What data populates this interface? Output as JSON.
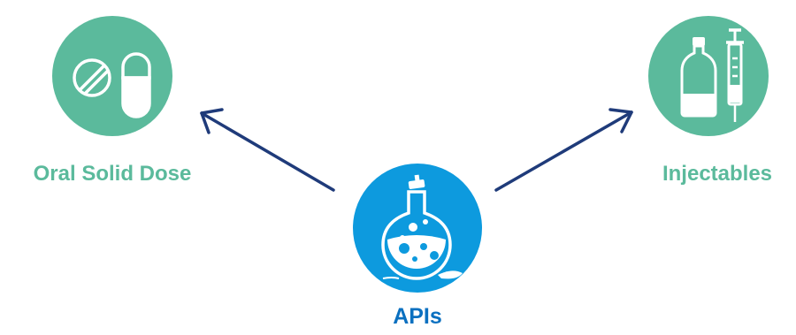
{
  "diagram": {
    "nodes": {
      "oral": {
        "label": "Oral Solid Dose",
        "icon": "pill-capsule-icon",
        "color": "#5bba9c"
      },
      "injectables": {
        "label": "Injectables",
        "icon": "vial-syringe-icon",
        "color": "#5bba9c"
      },
      "apis": {
        "label": "APIs",
        "icon": "flask-icon",
        "color": "#0d9ade",
        "label_color": "#0b70c0"
      }
    },
    "edges": [
      {
        "from": "apis",
        "to": "oral"
      },
      {
        "from": "apis",
        "to": "injectables"
      }
    ],
    "arrow_color": "#1f3b7a"
  }
}
